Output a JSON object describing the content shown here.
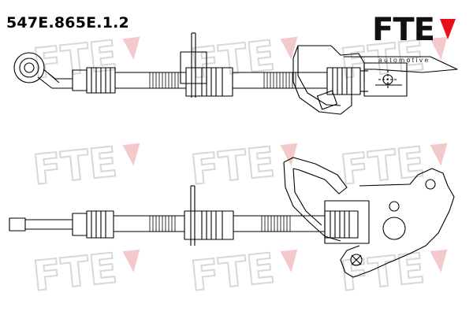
{
  "part_number": "547E.865E.1.2",
  "brand": {
    "name": "FTE",
    "tagline": "automotive",
    "accent_color": "#e8101a",
    "watermark_color": "#d8d8d8"
  },
  "watermark_text": "FTE",
  "icons": [
    "fte-logo",
    "brand-triangle-icon"
  ]
}
